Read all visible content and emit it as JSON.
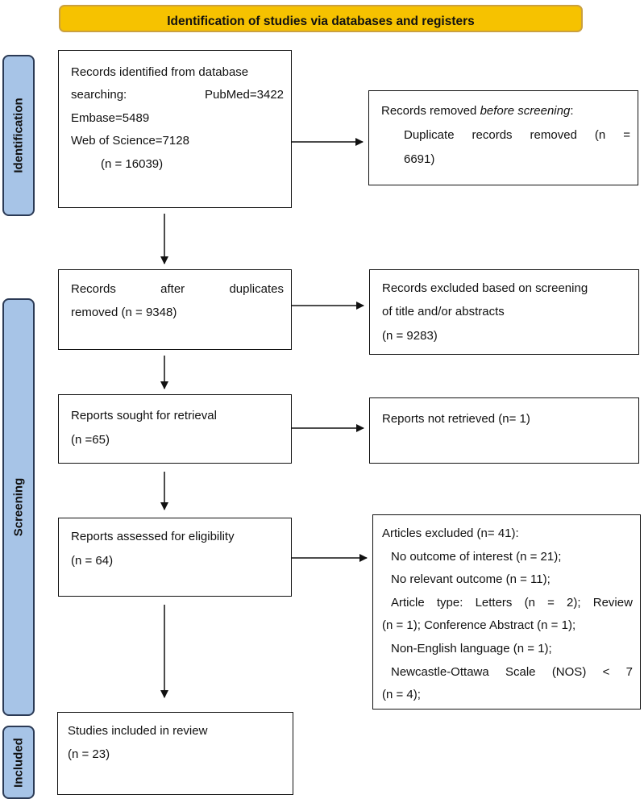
{
  "header": {
    "title": "Identification of studies via databases and registers"
  },
  "phases": {
    "identification": "Identification",
    "screening": "Screening",
    "included": "Included"
  },
  "boxes": {
    "identified": {
      "line1": "Records identified from database",
      "line2a": "searching:",
      "line2b": "PubMed=3422",
      "line3": "Embase=5489",
      "line4": "Web of Science=7128",
      "line5": "(n = 16039)"
    },
    "removed_before": {
      "line1a": "Records removed ",
      "line1b": "before screening",
      "line1c": ":",
      "line2a": "Duplicate",
      "line2b": "records",
      "line2c": "removed",
      "line2d": "(n",
      "line2e": "=",
      "line3": "6691)"
    },
    "after_dup": {
      "line1a": "Records",
      "line1b": "after",
      "line1c": "duplicates",
      "line2": "removed (n = 9348)"
    },
    "excluded_screen": {
      "line1": "Records excluded based on screening",
      "line2": "of title and/or abstracts",
      "line3": "(n = 9283)"
    },
    "sought": {
      "line1": "Reports sought for retrieval",
      "line2": "(n =65)"
    },
    "not_retrieved": {
      "line1": "Reports not retrieved (n= 1)"
    },
    "assessed": {
      "line1": "Reports assessed for eligibility",
      "line2": "(n = 64)"
    },
    "articles_excluded": {
      "line1": "Articles excluded (n= 41):",
      "line2": "No outcome of interest (n = 21);",
      "line3": "No relevant outcome (n = 11);",
      "line4a": "Article",
      "line4b": "type:",
      "line4c": "Letters",
      "line4d": "(n",
      "line4e": "=",
      "line4f": "2);",
      "line4g": "Review",
      "line5": "(n = 1); Conference Abstract (n = 1);",
      "line6": "Non-English language (n = 1);",
      "line7a": "Newcastle-Ottawa",
      "line7b": "Scale",
      "line7c": "(NOS)",
      "line7d": "<",
      "line7e": "7",
      "line8": "(n = 4);"
    },
    "included": {
      "line1": "Studies included in review",
      "line2": "(n = 23)"
    }
  }
}
